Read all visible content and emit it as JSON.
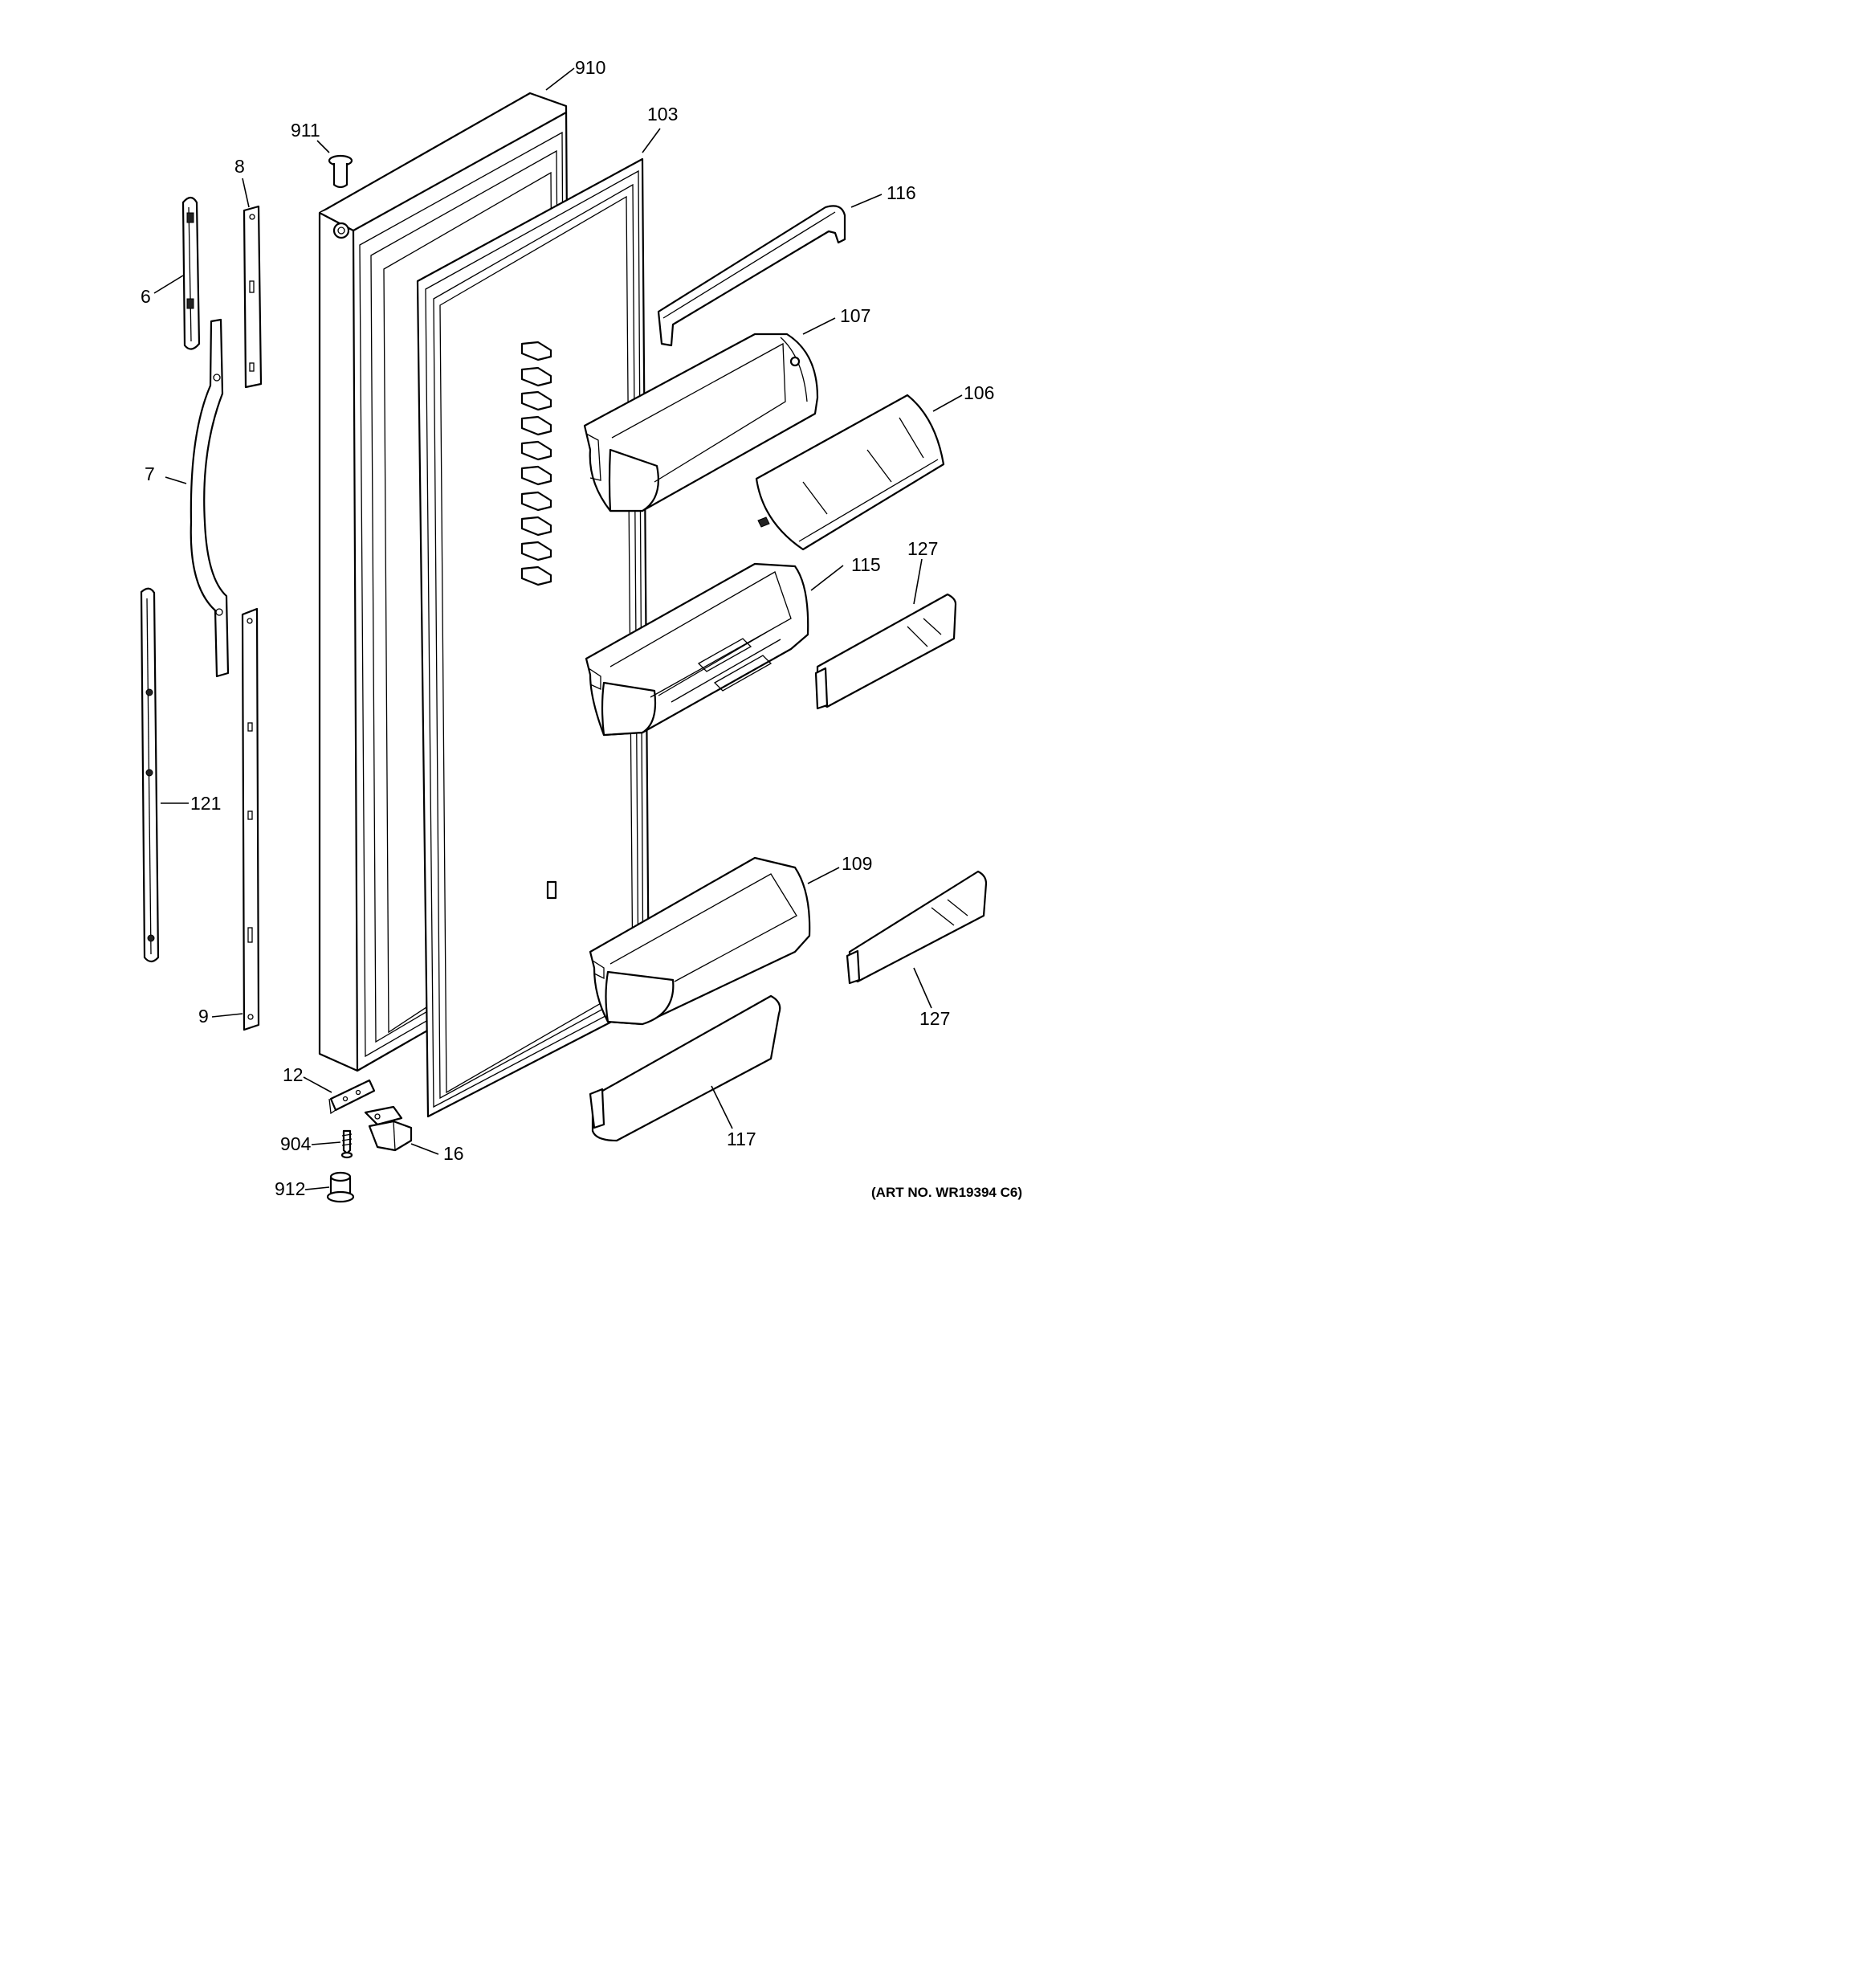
{
  "diagram": {
    "art_number": "(ART NO. WR19394 C6)",
    "callouts": {
      "c910": "910",
      "c911": "911",
      "c103": "103",
      "c8": "8",
      "c116": "116",
      "c6": "6",
      "c107": "107",
      "c106": "106",
      "c7": "7",
      "c115": "115",
      "c127a": "127",
      "c121": "121",
      "c109": "109",
      "c9": "9",
      "c127b": "127",
      "c12": "12",
      "c904": "904",
      "c16": "16",
      "c117": "117",
      "c912": "912"
    }
  }
}
